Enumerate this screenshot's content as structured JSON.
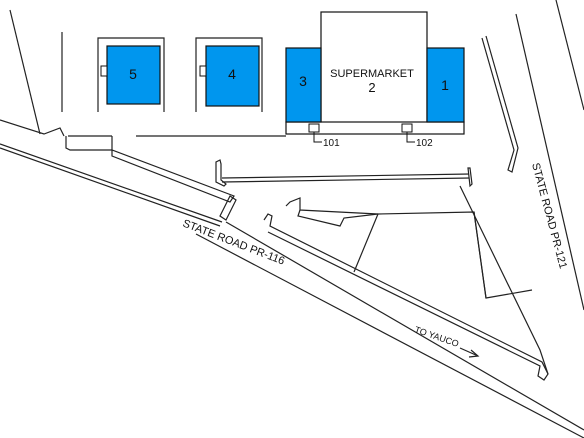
{
  "colors": {
    "unit_fill": "#0096ee",
    "unit_stroke": "#111111",
    "line": "#222222",
    "background": "#ffffff"
  },
  "units": {
    "u1": "1",
    "u2_name": "SUPERMARKET",
    "u2_num": "2",
    "u3": "3",
    "u4": "4",
    "u5": "5"
  },
  "callouts": {
    "c101": "101",
    "c102": "102"
  },
  "roads": {
    "pr116": "STATE ROAD PR-116",
    "pr121": "STATE ROAD PR-121",
    "to_yauco": "TO YAUCO"
  },
  "icons": [
    "parking-arrow-icon",
    "direction-arrow-icon"
  ]
}
